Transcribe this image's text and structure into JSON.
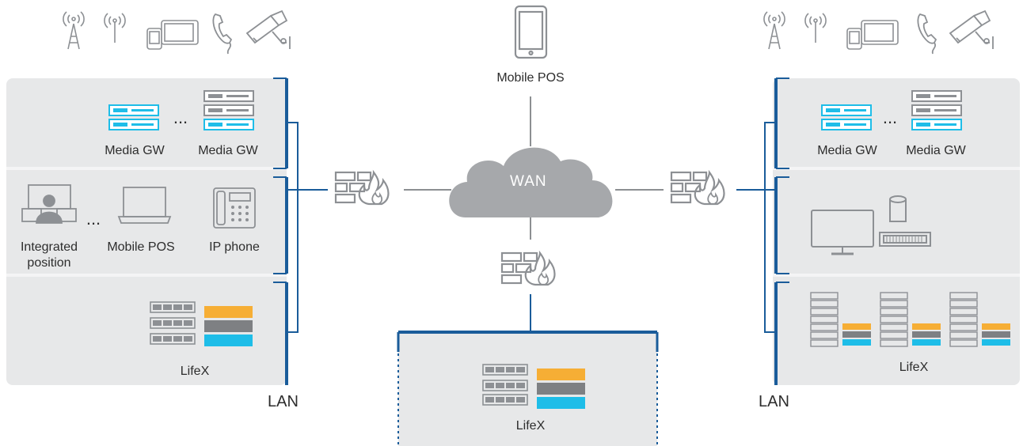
{
  "labels": {
    "top_pos": "Mobile POS",
    "wan": "WAN",
    "left_media1": "Media GW",
    "left_media2": "Media GW",
    "left_int1": "Integrated",
    "left_int2": "position",
    "left_mobilepos": "Mobile POS",
    "left_ipphone": "IP phone",
    "left_lifex": "LifeX",
    "left_lan": "LAN",
    "right_media1": "Media GW",
    "right_media2": "Media GW",
    "right_lifex": "LifeX",
    "right_lan": "LAN",
    "bottom_lifex": "LifeX",
    "ellipsis": "..."
  },
  "icons": [
    "radio-tower-icon",
    "antenna-icon",
    "mobile-tablet-icon",
    "telephone-handset-icon",
    "security-camera-icon",
    "tablet-icon",
    "server-icon",
    "desktop-user-icon",
    "laptop-icon",
    "desk-phone-icon",
    "monitor-icon",
    "keyboard-icon",
    "speaker-icon",
    "rack-server-icon",
    "firewall-icon",
    "cloud-icon"
  ],
  "colors": {
    "panel": "#e7e8e9",
    "lan_bar": "#1a5c9a",
    "line": "#8c8f92",
    "icon_gray": "#8d9094",
    "cyan": "#1ebde8",
    "orange": "#f6ae35",
    "dark_gray": "#7e8083",
    "cloud": "#a6a8ab"
  }
}
